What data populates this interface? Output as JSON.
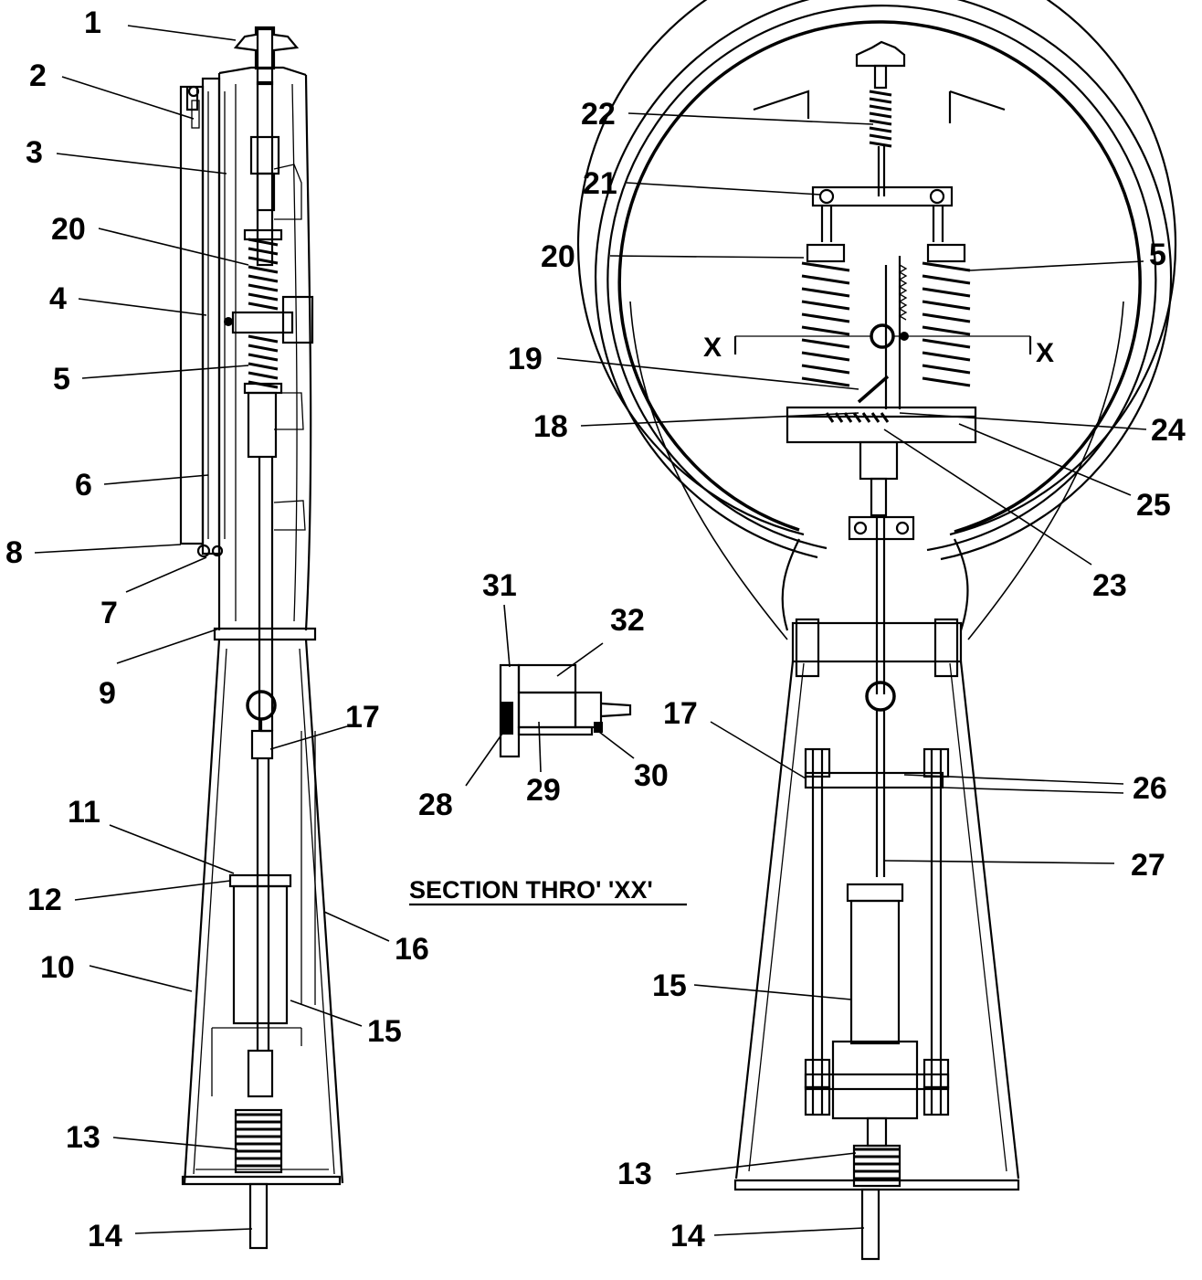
{
  "section_title": "SECTION THRO' 'XX'",
  "section_mark_left": "X",
  "section_mark_right": "X",
  "left_view": {
    "callouts": [
      "1",
      "2",
      "3",
      "20",
      "4",
      "5",
      "6",
      "8",
      "7",
      "9",
      "17",
      "11",
      "12",
      "16",
      "10",
      "15",
      "13",
      "14"
    ]
  },
  "right_view": {
    "callouts": [
      "22",
      "21",
      "20",
      "5",
      "19",
      "18",
      "24",
      "25",
      "23",
      "17",
      "26",
      "27",
      "15",
      "13",
      "14"
    ]
  },
  "section_view": {
    "callouts": [
      "31",
      "32",
      "28",
      "29",
      "30"
    ]
  }
}
